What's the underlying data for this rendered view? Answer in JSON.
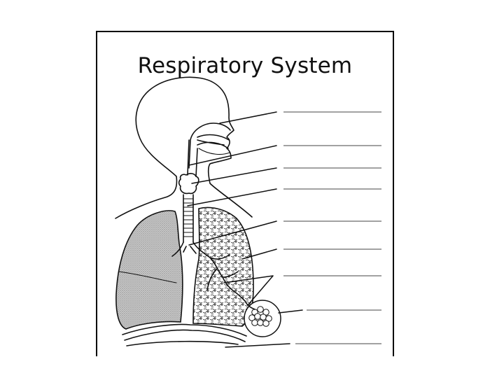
{
  "worksheet": {
    "title": "Respiratory System"
  },
  "labels": [
    {
      "id": "nasal-cavity",
      "answer": ""
    },
    {
      "id": "pharynx",
      "answer": ""
    },
    {
      "id": "larynx",
      "answer": ""
    },
    {
      "id": "trachea",
      "answer": ""
    },
    {
      "id": "bronchus",
      "answer": ""
    },
    {
      "id": "bronchiole",
      "answer": ""
    },
    {
      "id": "lung",
      "answer": ""
    },
    {
      "id": "alveoli",
      "answer": ""
    },
    {
      "id": "diaphragm",
      "answer": ""
    }
  ],
  "colors": {
    "ink": "#111111",
    "lung_shade": "#bcbcbc",
    "paper": "#ffffff"
  }
}
